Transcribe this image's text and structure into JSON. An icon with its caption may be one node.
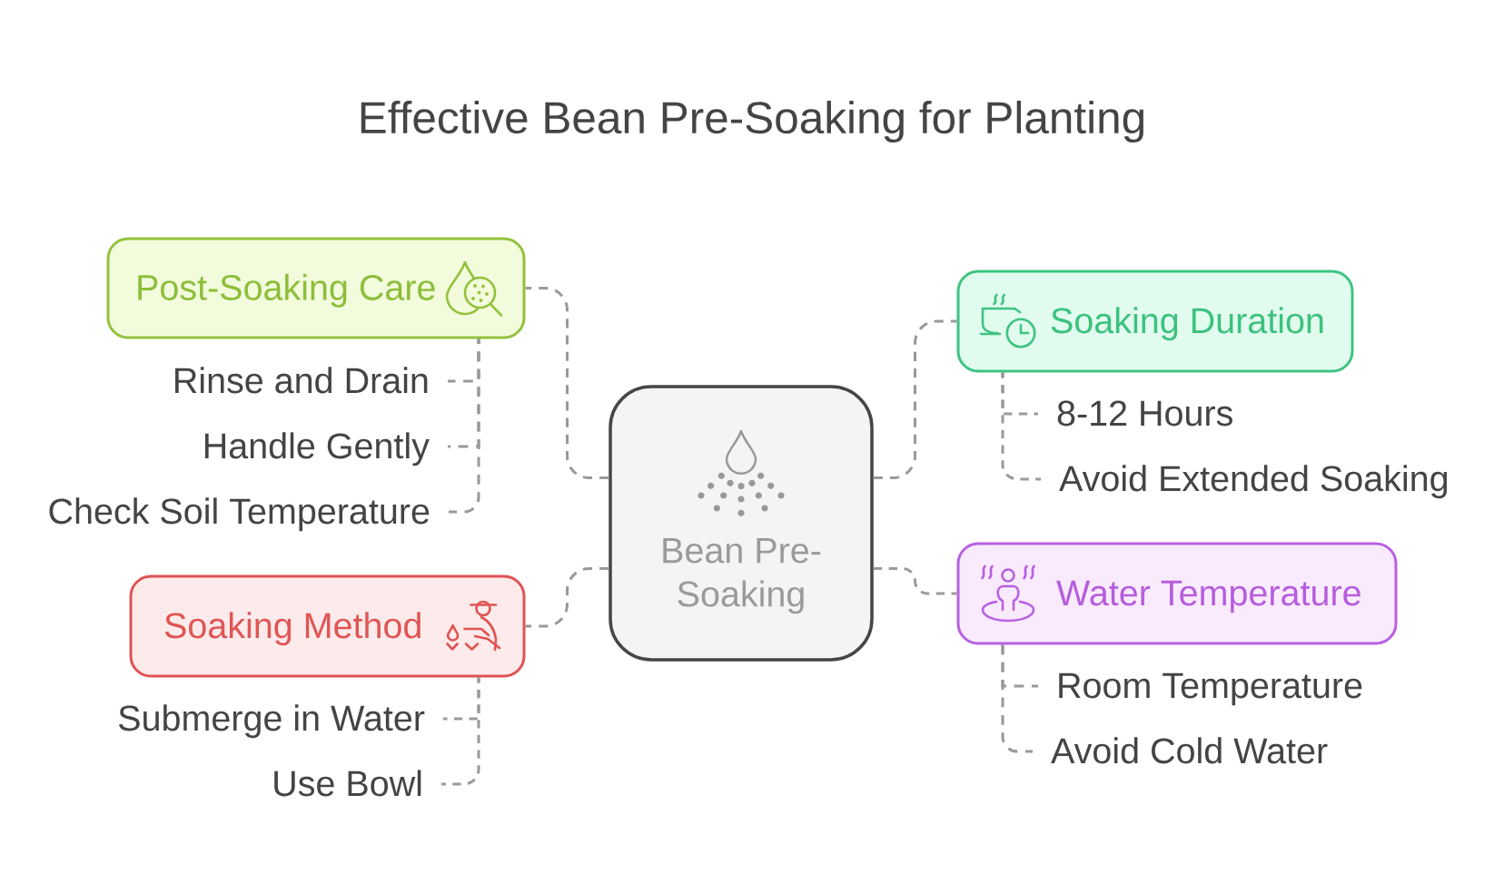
{
  "diagram": {
    "title": "Effective Bean Pre-Soaking for Planting",
    "nodes": [
      {
        "text": [
          "Bean Pre-Soaking"
        ]
      },
      {
        "text": [
          "Post-Soaking Care"
        ]
      },
      {
        "text": [
          "Rinse and Drain"
        ]
      },
      {
        "text": [
          "Handle Gently"
        ]
      },
      {
        "text": [
          "Check Soil Temperature"
        ]
      },
      {
        "text": [
          "Soaking Duration"
        ]
      },
      {
        "text": [
          "8-12 Hours"
        ]
      },
      {
        "text": [
          "Avoid Extended Soaking"
        ]
      },
      {
        "text": [
          "Soaking Method"
        ]
      },
      {
        "text": [
          "Submerge in Water"
        ]
      },
      {
        "text": [
          "Use Bowl"
        ]
      },
      {
        "text": [
          "Water Temperature"
        ]
      },
      {
        "text": [
          "Room Temperature"
        ]
      },
      {
        "text": [
          "Avoid Cold Water"
        ]
      }
    ],
    "edges": [
      {
        "from": 0,
        "to": 1,
        "arrow": "none",
        "style": "dashed"
      },
      {
        "from": 1,
        "to": 2,
        "arrow": "none",
        "style": "dashed"
      },
      {
        "from": 1,
        "to": 3,
        "arrow": "none",
        "style": "dashed"
      },
      {
        "from": 1,
        "to": 4,
        "arrow": "none",
        "style": "dashed"
      },
      {
        "from": 0,
        "to": 5,
        "arrow": "none",
        "style": "dashed"
      },
      {
        "from": 5,
        "to": 6,
        "arrow": "none",
        "style": "dashed"
      },
      {
        "from": 5,
        "to": 7,
        "arrow": "none",
        "style": "dashed"
      },
      {
        "from": 0,
        "to": 8,
        "arrow": "none",
        "style": "dashed"
      },
      {
        "from": 8,
        "to": 9,
        "arrow": "none",
        "style": "dashed"
      },
      {
        "from": 8,
        "to": 10,
        "arrow": "none",
        "style": "dashed"
      },
      {
        "from": 0,
        "to": 11,
        "arrow": "none",
        "style": "dashed"
      },
      {
        "from": 11,
        "to": 12,
        "arrow": "none",
        "style": "dashed"
      },
      {
        "from": 11,
        "to": 13,
        "arrow": "none",
        "style": "dashed"
      }
    ]
  }
}
